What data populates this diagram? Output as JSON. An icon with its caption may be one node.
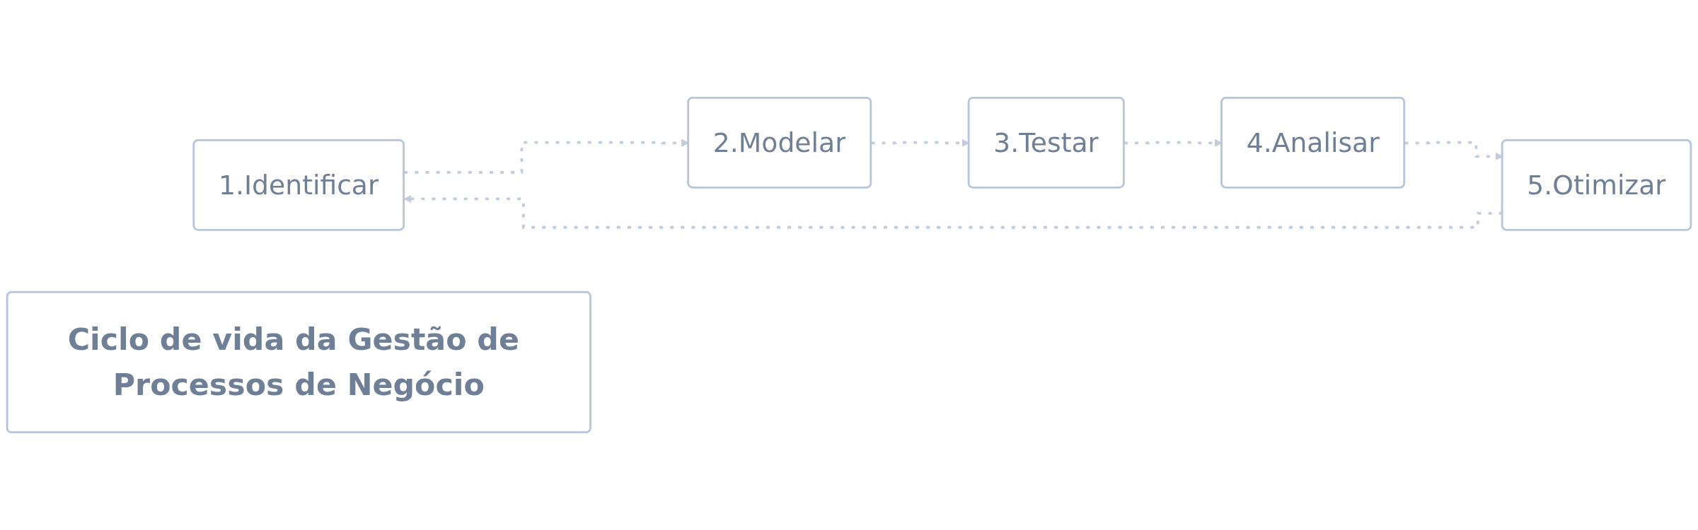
{
  "diagram": {
    "nodes": [
      {
        "text": [
          "1.Identificar"
        ]
      },
      {
        "text": [
          "2.Modelar"
        ]
      },
      {
        "text": [
          "5.Otimizar"
        ]
      },
      {
        "text": [
          "Ciclo de vida da Gestão de Processos de Negócio"
        ]
      },
      {
        "text": [
          "3.Testar"
        ]
      },
      {
        "text": [
          "4.Analisar"
        ]
      }
    ],
    "edges": [
      {
        "from": 0,
        "to": 1,
        "arrow": "to",
        "style": "dashed"
      },
      {
        "from": 1,
        "to": 4,
        "arrow": "to",
        "style": "dashed"
      },
      {
        "from": 4,
        "to": 5,
        "arrow": "to",
        "style": "dashed"
      },
      {
        "from": 5,
        "to": 2,
        "arrow": "to",
        "style": "dashed"
      },
      {
        "from": 2,
        "to": 0,
        "arrow": "to",
        "style": "dashed"
      }
    ]
  }
}
